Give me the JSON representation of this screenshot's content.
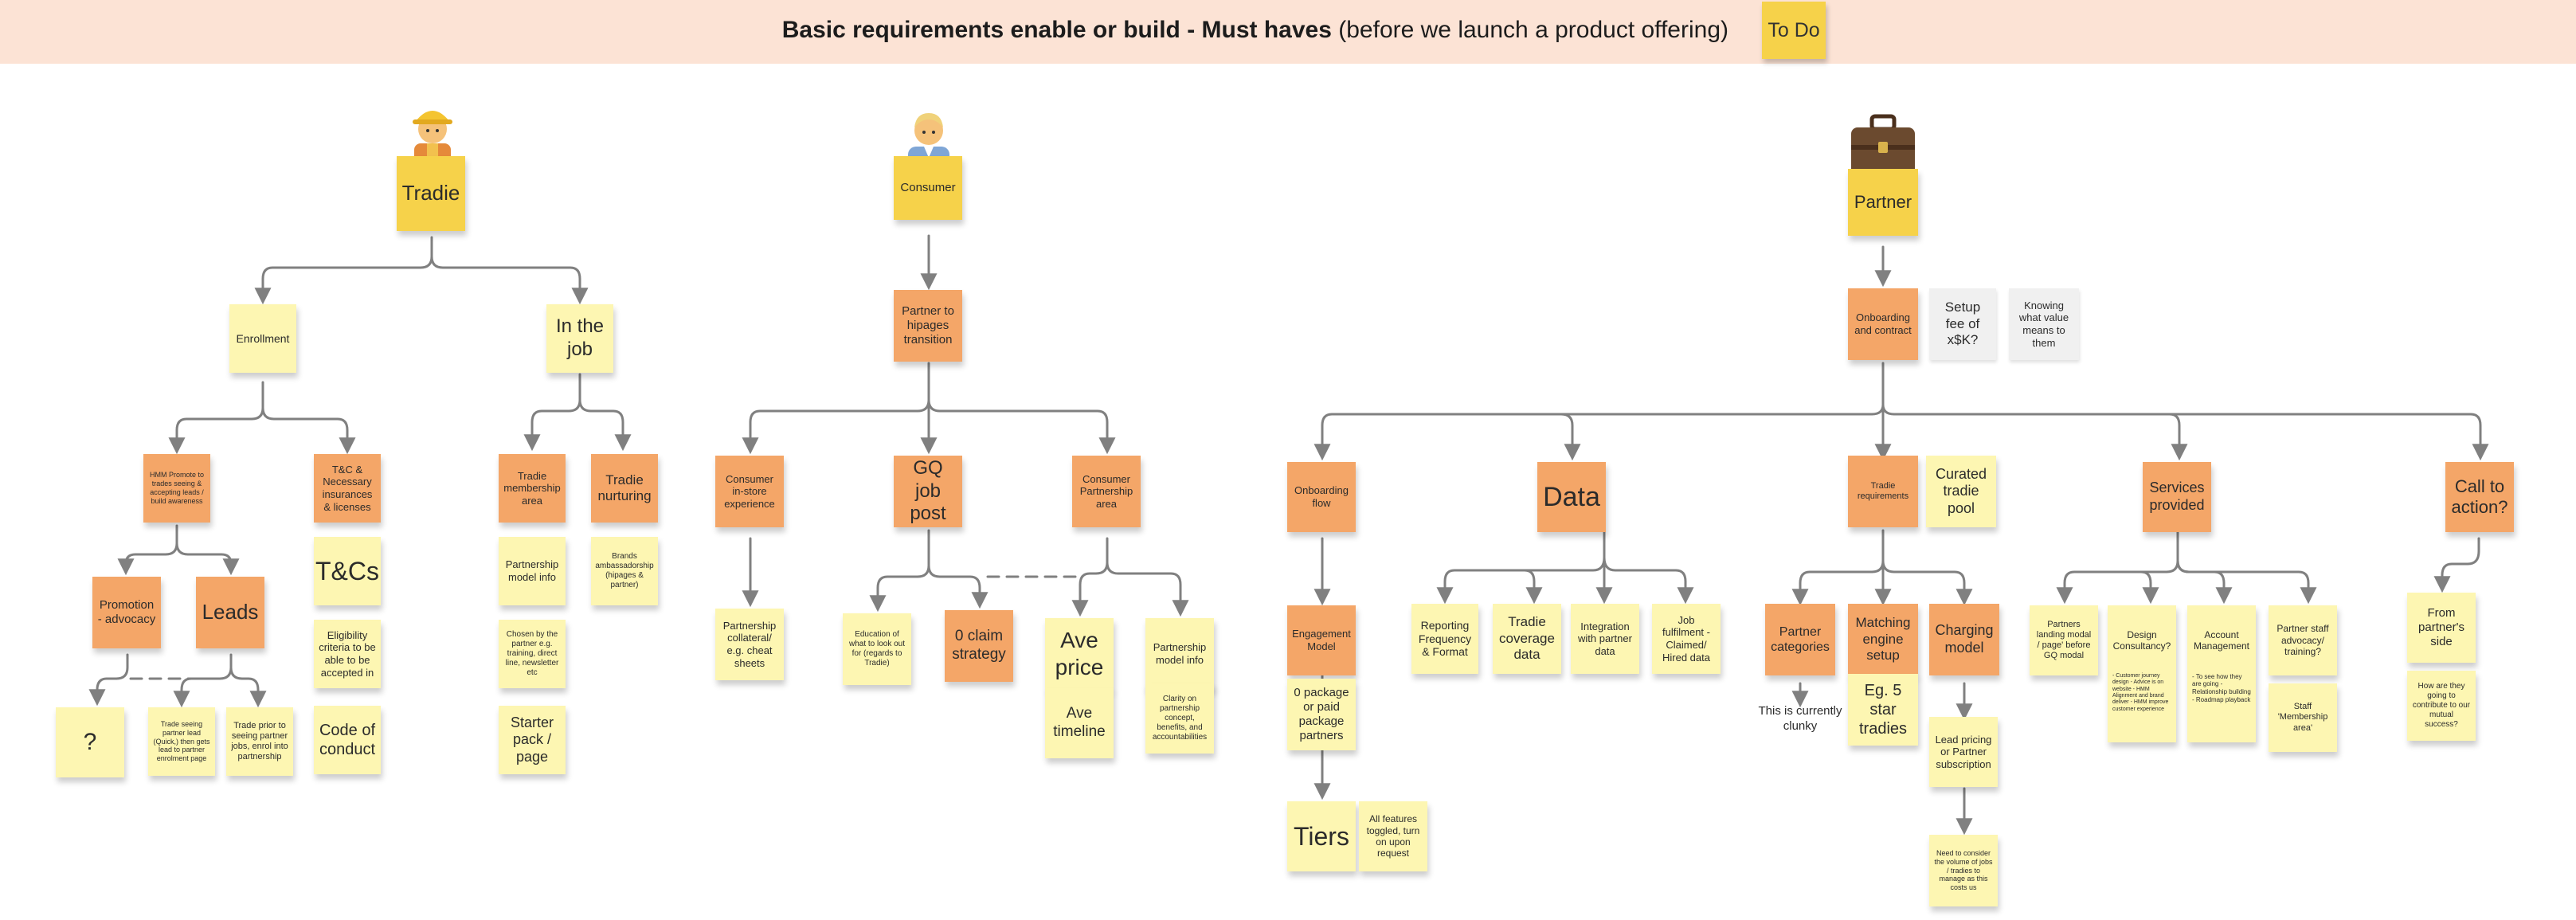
{
  "banner": {
    "title_bold": "Basic requirements enable or build - Must haves",
    "title_rest": " (before we launch a product offering)",
    "status": "To Do"
  },
  "icons": {
    "tradie": "construction-worker-icon",
    "consumer": "man-icon",
    "partner": "briefcase-icon"
  },
  "colors": {
    "banner": "#fce3d5",
    "pale_note": "#fdf6b2",
    "orange_note": "#f4a668",
    "yellow_note": "#f6d24a",
    "connector": "#808080"
  },
  "tradie": {
    "title": "Tradie",
    "enrollment": "Enrollment",
    "in_the_job": "In the job",
    "hmm_promote": "HMM Promote to trades seeing & accepting leads / build awareness",
    "tc_insurance": "T&C & Necessary insurances & licenses",
    "promotion": "Promotion - advocacy",
    "leads": "Leads",
    "question": "?",
    "trade_seeing": "Trade seeing partner lead (Quick,) then gets lead to partner enrolment page",
    "trade_prior": "Trade prior to seeing partner jobs, enrol into partnership",
    "tcs": "T&Cs",
    "eligibility": "Eligibility criteria to be able to be accepted in",
    "code_of_conduct": "Code of conduct",
    "membership_area": "Tradie membership area",
    "nurturing": "Tradie nurturing",
    "partnership_model_info": "Partnership model info",
    "brands_ambassadorship": "Brands ambassadorship (hipages & partner)",
    "chosen_by_partner": "Chosen by the partner e.g. training, direct line, newsletter etc",
    "starter_pack": "Starter pack / page"
  },
  "consumer": {
    "title": "Consumer",
    "partner_transition": "Partner to hipages transition",
    "instore": "Consumer in-store experience",
    "gq_job_post": "GQ job post",
    "partnership_area": "Consumer Partnership area",
    "collateral": "Partnership collateral/ e.g. cheat sheets",
    "education": "Education of what to look out for (regards to Tradie)",
    "zero_claim": "0 claim strategy",
    "ave_price": "Ave price",
    "ave_timeline": "Ave timeline",
    "partnership_model_info": "Partnership model info",
    "clarity": "Clarity on partnership concept, benefits, and accountabilities"
  },
  "partner": {
    "title": "Partner",
    "onboarding_contract": "Onboarding and contract",
    "setup_fee": "Setup fee of x$K?",
    "knowing_value": "Knowing what value means to them",
    "onboarding_flow": "Onboarding flow",
    "data": "Data",
    "tradie_requirements": "Tradie requirements",
    "curated_pool": "Curated tradie pool",
    "services_provided": "Services provided",
    "call_to_action": "Call to action?",
    "engagement_model": "Engagement Model",
    "package": "0 package or paid package partners",
    "tiers": "Tiers",
    "all_features": "All features toggled, turn on upon request",
    "reporting": "Reporting Frequency & Format",
    "coverage": "Tradie coverage data",
    "integration": "Integration with partner data",
    "job_fulfilment": "Job fulfilment - Claimed/ Hired data",
    "partner_categories": "Partner categories",
    "currently_clunky": "This is currently clunky",
    "matching_engine": "Matching engine setup",
    "five_star": "Eg. 5 star tradies",
    "charging_model": "Charging model",
    "lead_pricing": "Lead pricing or Partner subscription",
    "consider_volume": "Need to consider the volume of jobs / tradies to manage as this costs us",
    "landing_modal": "Partners landing modal / page' before GQ modal",
    "design_consultancy": "Design Consultancy?",
    "design_consultancy_notes": "- Customer journey design - Advice is on website - HMM Alignment and brand deliver - HMM improve customer experience",
    "account_management": "Account Management",
    "account_management_notes": "- To see how they are going - Relationship building - Roadmap playback",
    "staff_advocacy": "Partner staff advocacy/ training?",
    "staff_membership": "Staff 'Membership area'",
    "from_partner_side": "From partner's side",
    "contribute": "How are they going to contribute to our mutual success?"
  }
}
